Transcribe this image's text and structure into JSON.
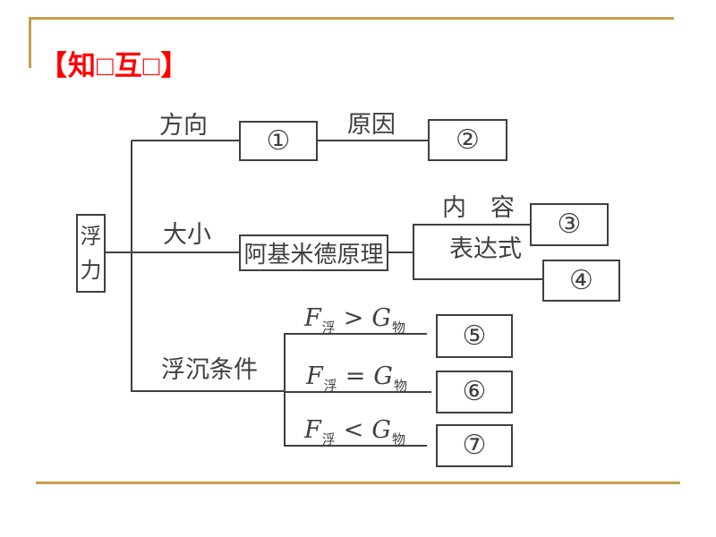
{
  "colors": {
    "gold": "#C3A04C",
    "red": "#FF0000",
    "ink": "#3F3F3F"
  },
  "title": "【知□互□】",
  "diagram": {
    "root": "浮力",
    "row1": {
      "label": "方向",
      "box1": "①",
      "sublabel": "原因",
      "box2": "②"
    },
    "row2": {
      "label": "大小",
      "principle": "阿基米德原理",
      "content_label": "内　容",
      "box3": "③",
      "expression_label": "表达式",
      "box4": "④"
    },
    "row3": {
      "label": "浮沉条件",
      "conditions": [
        {
          "var1": "F",
          "sub1": "浮",
          "op": ">",
          "var2": "G",
          "sub2": "物",
          "box": "⑤"
        },
        {
          "var1": "F",
          "sub1": "浮",
          "op": "=",
          "var2": "G",
          "sub2": "物",
          "box": "⑥"
        },
        {
          "var1": "F",
          "sub1": "浮",
          "op": "<",
          "var2": "G",
          "sub2": "物",
          "box": "⑦"
        }
      ]
    }
  }
}
